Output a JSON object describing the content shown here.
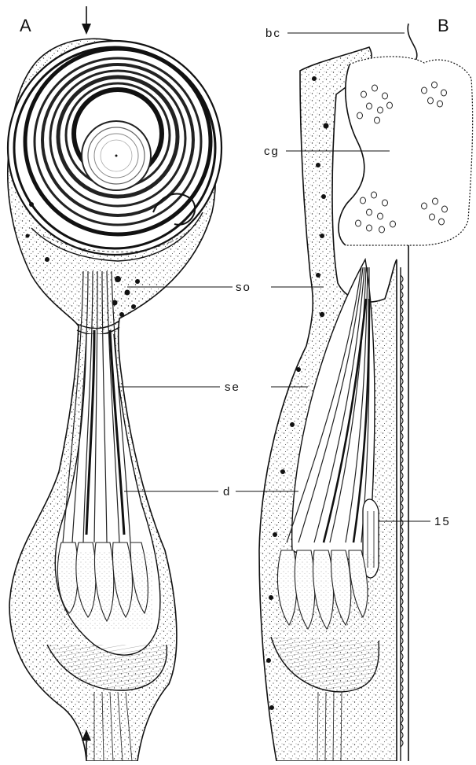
{
  "figure": {
    "panels": [
      {
        "letter": "A"
      },
      {
        "letter": "B"
      }
    ],
    "labels": {
      "bc": "bc",
      "cg": "cg",
      "so": "so",
      "se": "se",
      "d": "d",
      "n15": "15"
    }
  },
  "colors": {
    "ink": "#111111",
    "paper": "#ffffff",
    "stipple": "#3a3a3a"
  }
}
